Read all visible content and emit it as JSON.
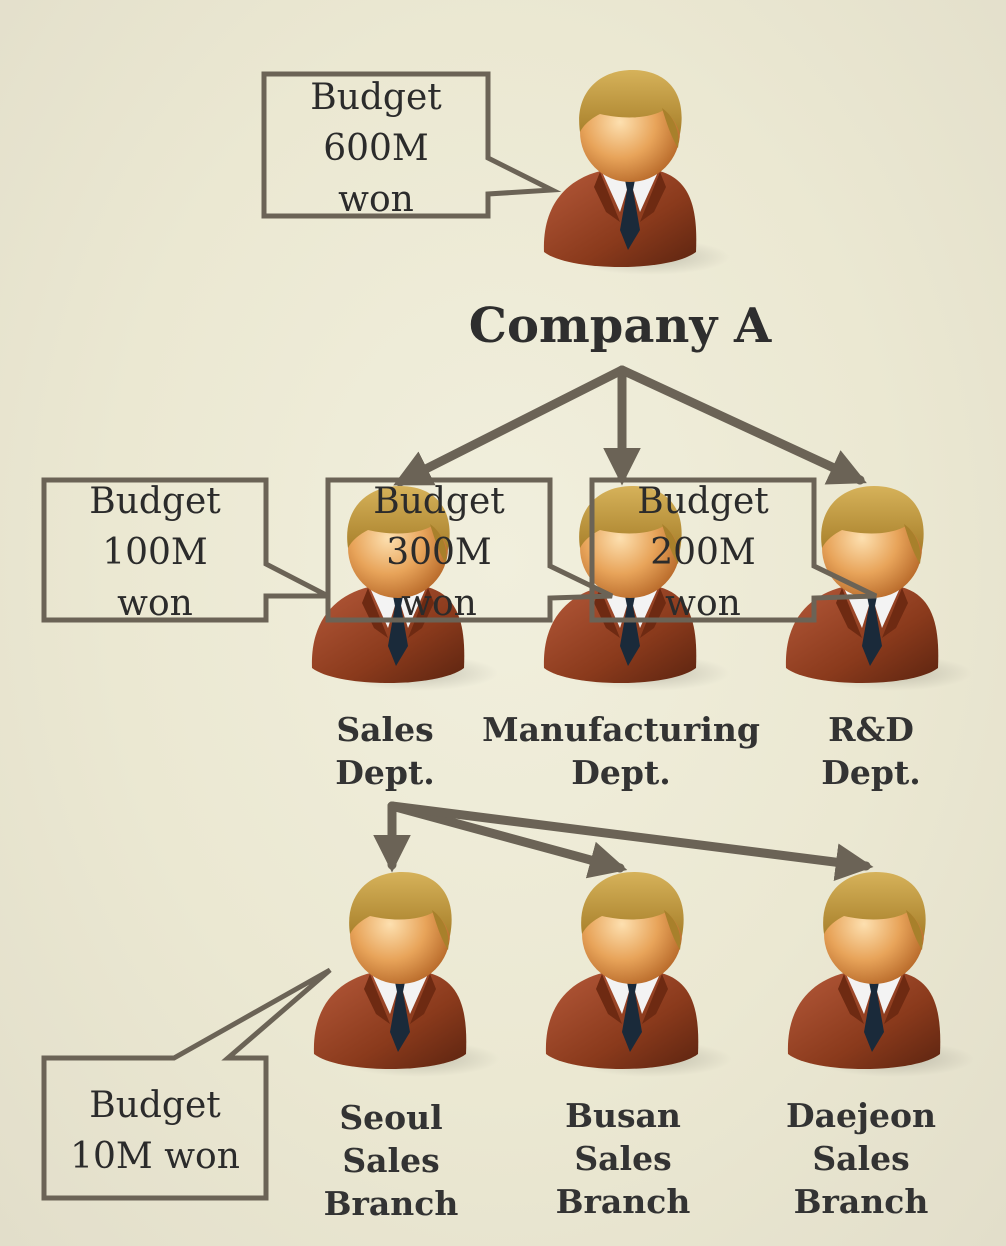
{
  "colors": {
    "background": "#ecead5",
    "arrow": "#6b6356",
    "callout_border": "#6b6356",
    "suit": "#8a3a1c",
    "hair": "#a8802b",
    "face": "#e8a45a",
    "tie": "#1a2a3a"
  },
  "icons": {
    "person": "businessman-icon"
  },
  "top": {
    "name": "Company A",
    "budget": "Budget\n600M\nwon"
  },
  "departments": [
    {
      "name": "Sales\nDept.",
      "budget": "Budget\n100M\nwon"
    },
    {
      "name": "Manufacturing\nDept.",
      "budget": "Budget\n300M\nwon"
    },
    {
      "name": "R&D\nDept.",
      "budget": "Budget\n200M\nwon"
    }
  ],
  "branches": [
    {
      "name": "Seoul\nSales\nBranch",
      "budget": "Budget\n10M won"
    },
    {
      "name": "Busan\nSales\nBranch"
    },
    {
      "name": "Daejeon\nSales\nBranch"
    }
  ]
}
